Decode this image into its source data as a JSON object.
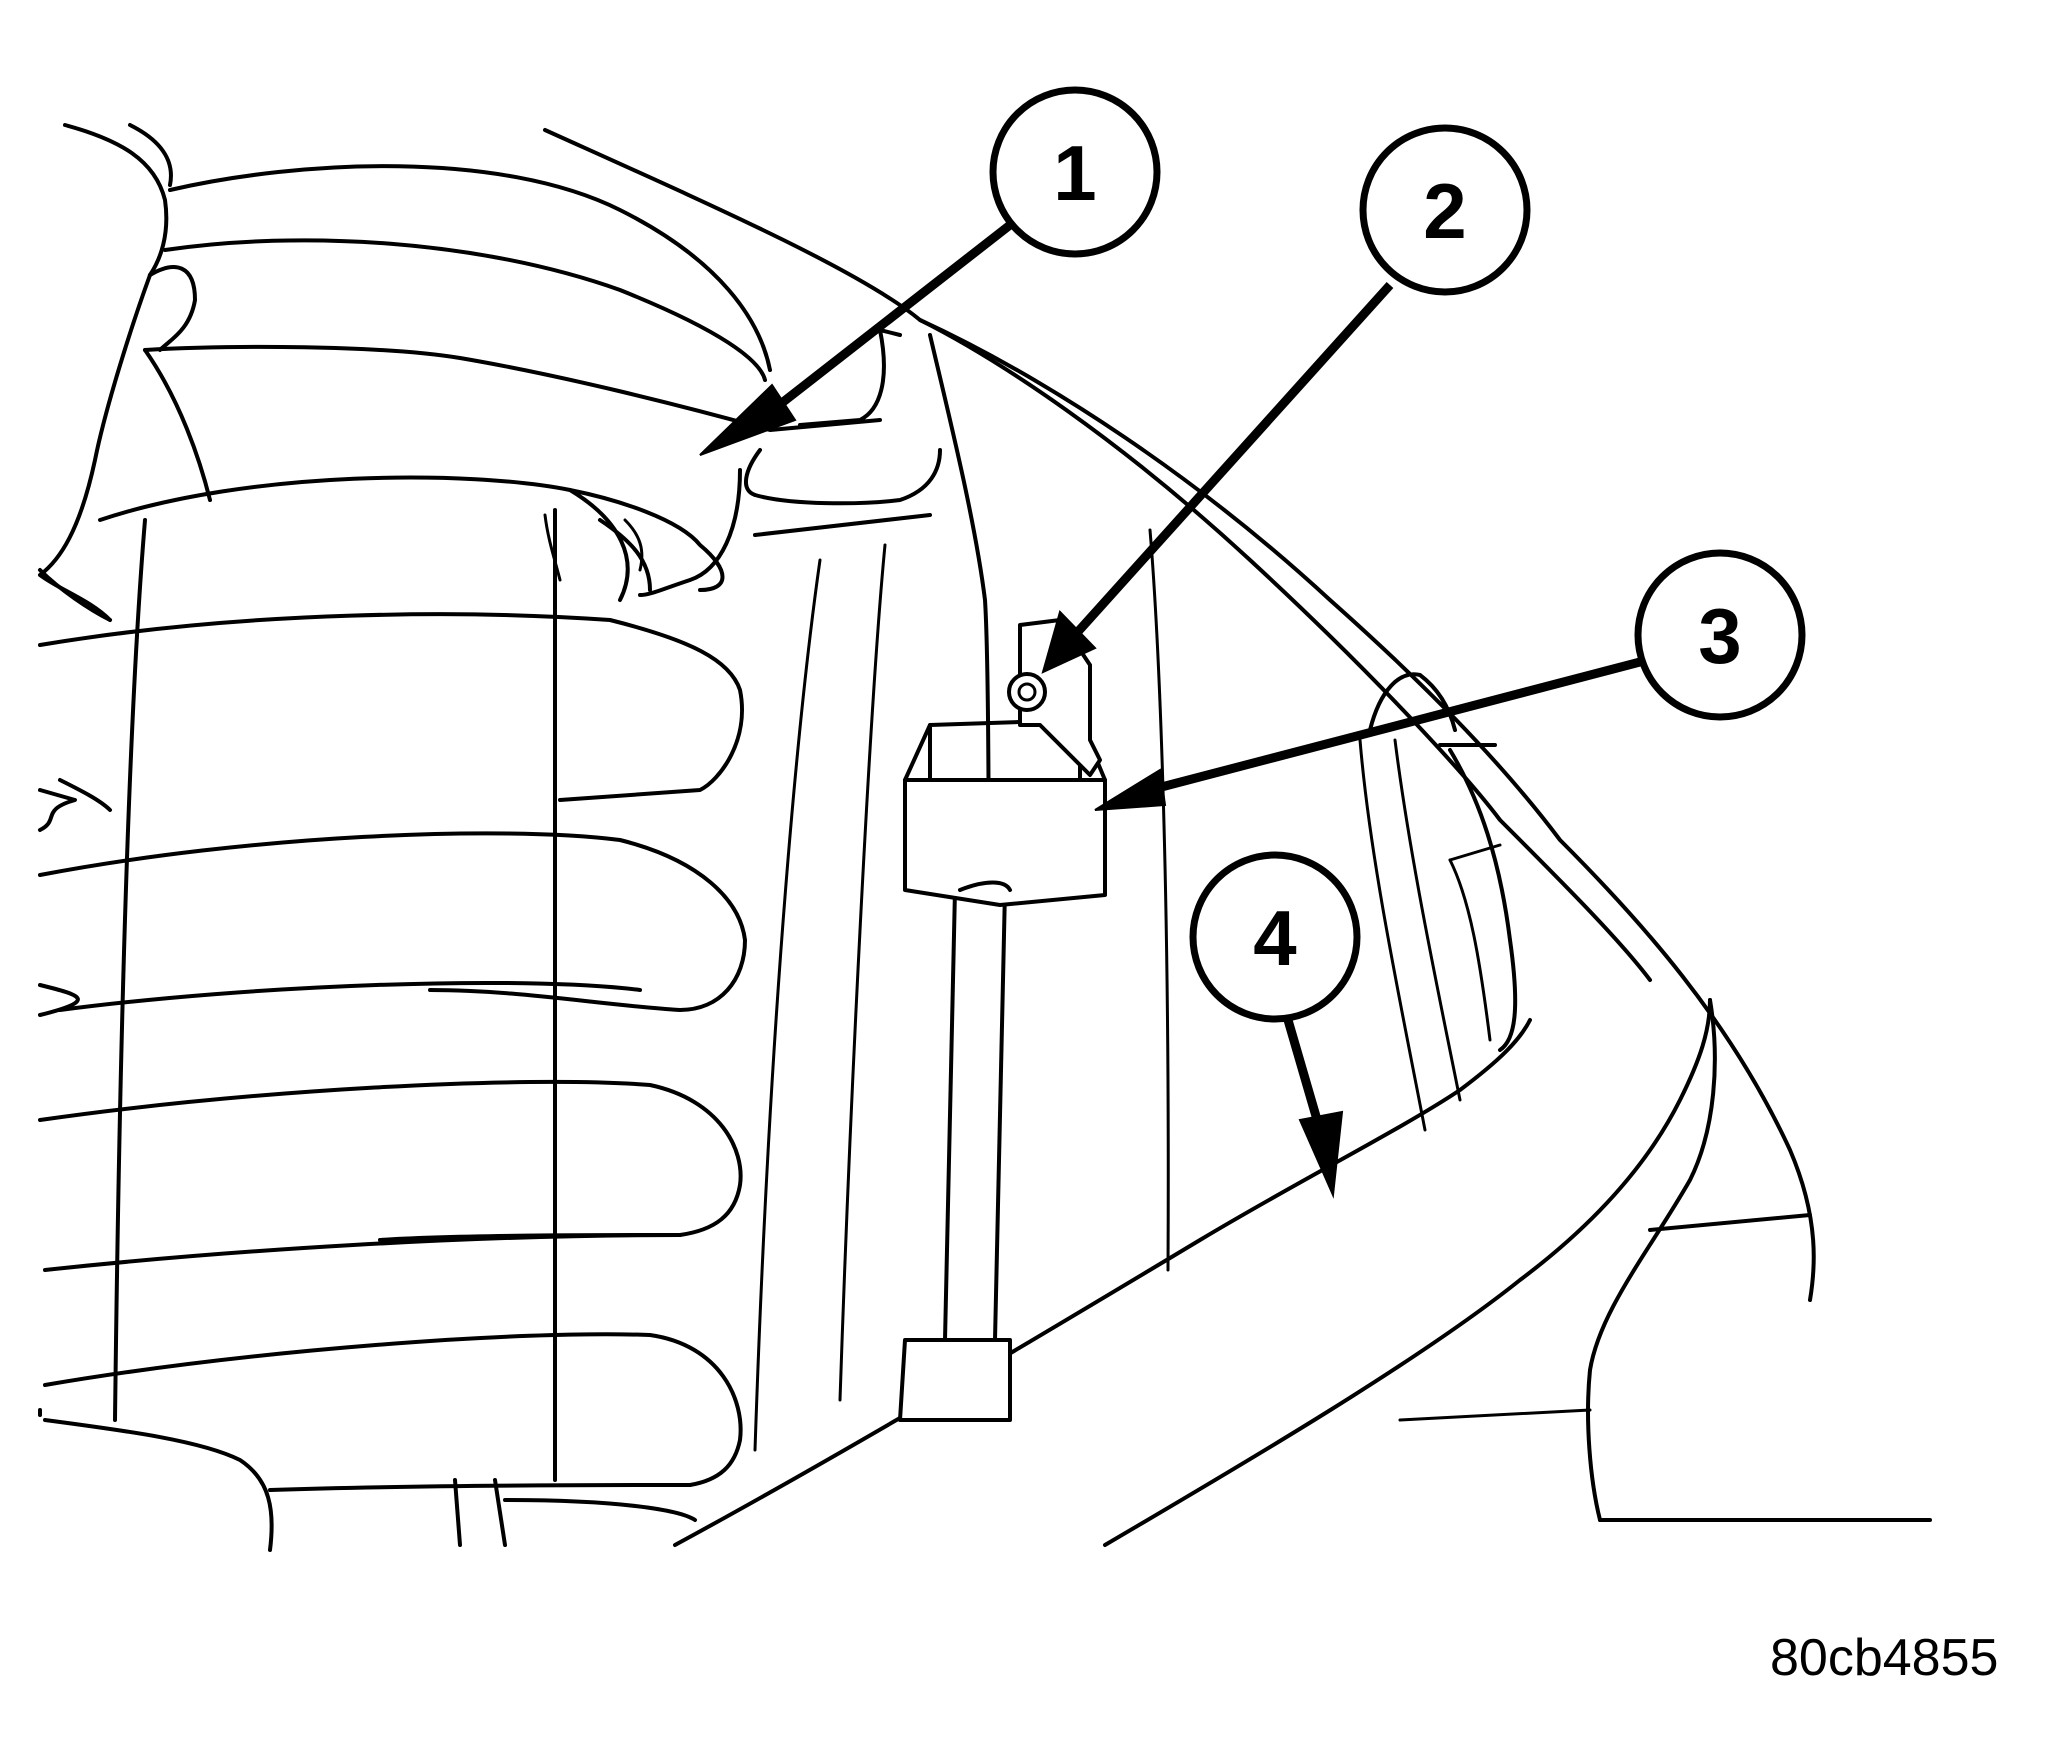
{
  "callouts": [
    {
      "label": "1"
    },
    {
      "label": "2"
    },
    {
      "label": "3"
    },
    {
      "label": "4"
    }
  ],
  "figure_code": "80cb4855",
  "colors": {
    "line": "#000000",
    "background": "#ffffff"
  }
}
